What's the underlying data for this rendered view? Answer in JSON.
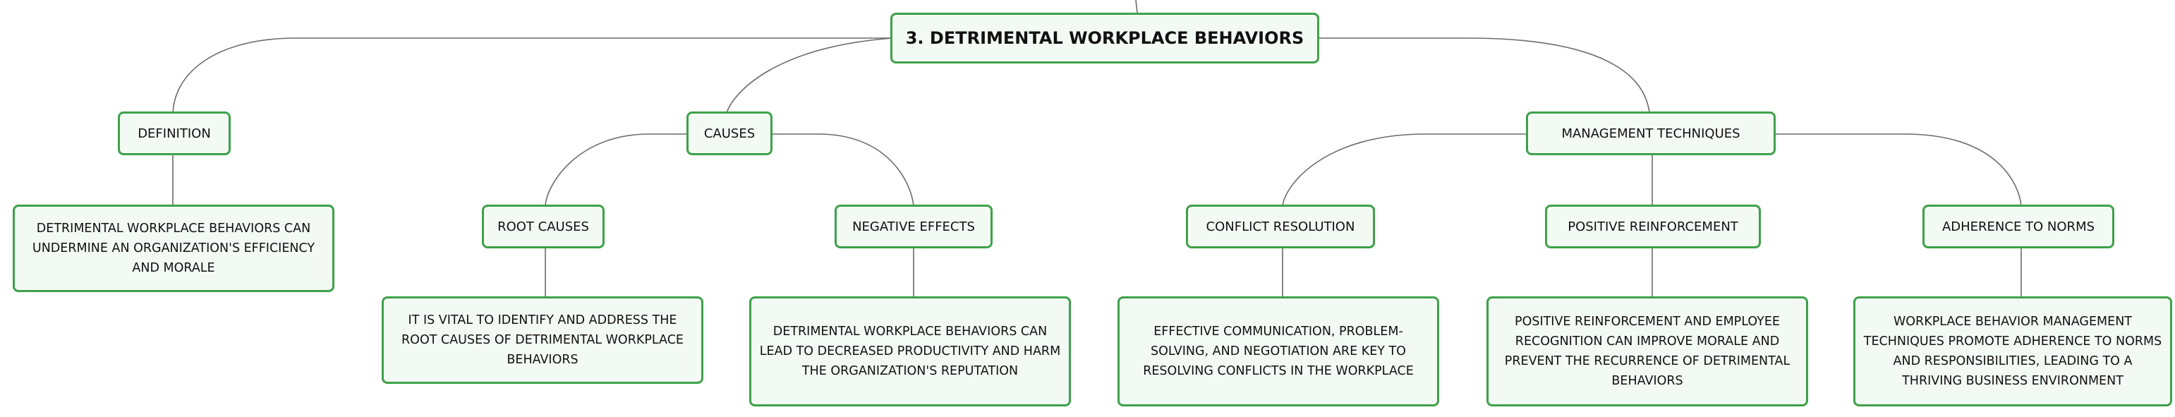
{
  "root": {
    "label": "3. DETRIMENTAL WORKPLACE BEHAVIORS"
  },
  "definition": {
    "label": "DEFINITION",
    "detail": "DETRIMENTAL WORKPLACE BEHAVIORS CAN UNDERMINE AN ORGANIZATION'S EFFICIENCY AND MORALE"
  },
  "causes": {
    "label": "CAUSES",
    "root_causes": {
      "label": "ROOT CAUSES",
      "detail": "IT IS VITAL TO IDENTIFY AND ADDRESS THE ROOT CAUSES OF DETRIMENTAL WORKPLACE BEHAVIORS"
    },
    "negative_effects": {
      "label": "NEGATIVE EFFECTS",
      "detail": "DETRIMENTAL WORKPLACE BEHAVIORS CAN LEAD TO DECREASED PRODUCTIVITY AND HARM THE ORGANIZATION'S REPUTATION"
    }
  },
  "management": {
    "label": "MANAGEMENT TECHNIQUES",
    "conflict_resolution": {
      "label": "CONFLICT RESOLUTION",
      "detail": "EFFECTIVE COMMUNICATION, PROBLEM-SOLVING, AND NEGOTIATION ARE KEY TO RESOLVING CONFLICTS IN THE WORKPLACE"
    },
    "positive_reinforcement": {
      "label": "POSITIVE REINFORCEMENT",
      "detail": "POSITIVE REINFORCEMENT AND EMPLOYEE RECOGNITION CAN IMPROVE MORALE AND PREVENT THE RECURRENCE OF DETRIMENTAL BEHAVIORS"
    },
    "adherence": {
      "label": "ADHERENCE TO NORMS",
      "detail": "WORKPLACE BEHAVIOR MANAGEMENT TECHNIQUES PROMOTE ADHERENCE TO NORMS AND RESPONSIBILITIES, LEADING TO A THRIVING BUSINESS ENVIRONMENT"
    }
  },
  "colors": {
    "node_border": "#3ea14a",
    "node_fill": "#f3faf3",
    "connector": "#6b6b6b"
  }
}
